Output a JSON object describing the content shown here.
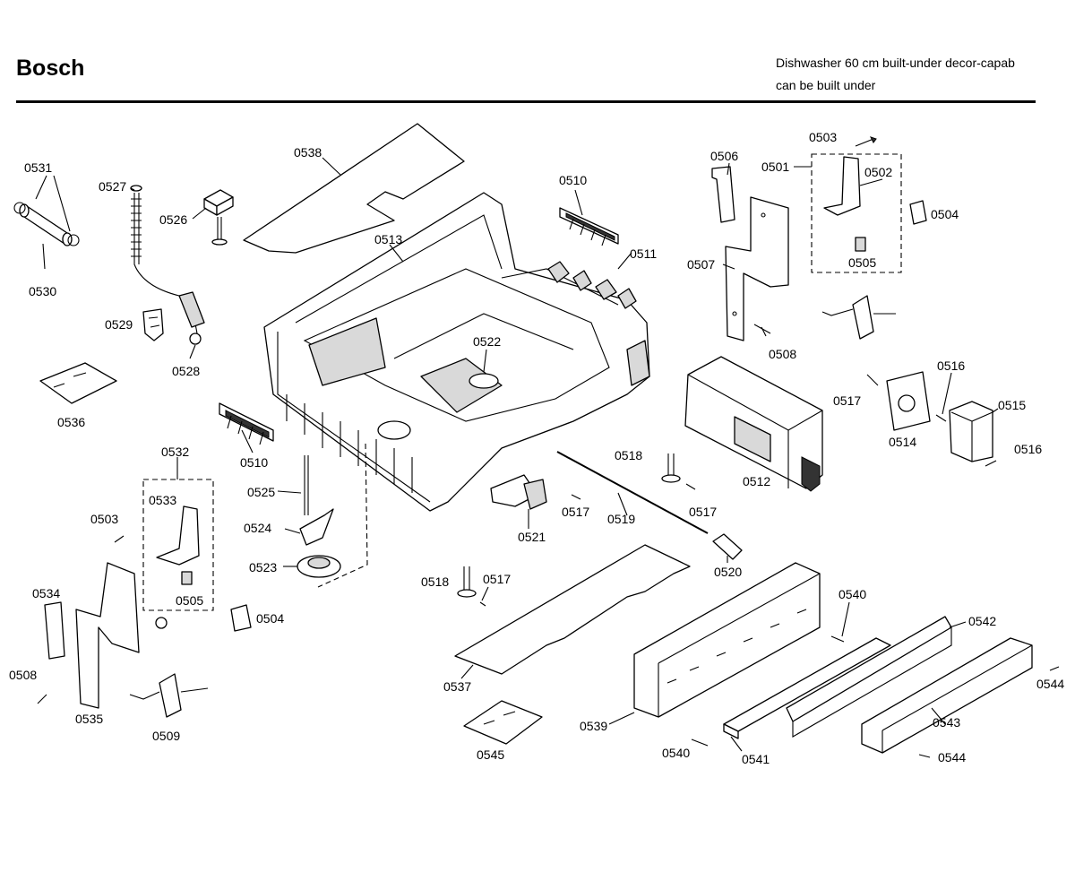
{
  "header": {
    "brand": "Bosch",
    "description_line1": "Dishwasher 60 cm built-under decor-capab",
    "description_line2": "can be built under"
  },
  "parts": [
    {
      "id": "p0531",
      "label": "0531"
    },
    {
      "id": "p0527",
      "label": "0527"
    },
    {
      "id": "p0526",
      "label": "0526"
    },
    {
      "id": "p0538",
      "label": "0538"
    },
    {
      "id": "p0513",
      "label": "0513"
    },
    {
      "id": "p0510a",
      "label": "0510"
    },
    {
      "id": "p0511",
      "label": "0511"
    },
    {
      "id": "p0506",
      "label": "0506"
    },
    {
      "id": "p0503a",
      "label": "0503"
    },
    {
      "id": "p0501",
      "label": "0501"
    },
    {
      "id": "p0502",
      "label": "0502"
    },
    {
      "id": "p0504a",
      "label": "0504"
    },
    {
      "id": "p0505a",
      "label": "0505"
    },
    {
      "id": "p0507",
      "label": "0507"
    },
    {
      "id": "p0508a",
      "label": "0508"
    },
    {
      "id": "p0530",
      "label": "0530"
    },
    {
      "id": "p0529",
      "label": "0529"
    },
    {
      "id": "p0528",
      "label": "0528"
    },
    {
      "id": "p0522",
      "label": "0522"
    },
    {
      "id": "p0536",
      "label": "0536"
    },
    {
      "id": "p0517a",
      "label": "0517"
    },
    {
      "id": "p0516a",
      "label": "0516"
    },
    {
      "id": "p0515",
      "label": "0515"
    },
    {
      "id": "p0514",
      "label": "0514"
    },
    {
      "id": "p0516b",
      "label": "0516"
    },
    {
      "id": "p0510b",
      "label": "0510"
    },
    {
      "id": "p0532",
      "label": "0532"
    },
    {
      "id": "p0533",
      "label": "0533"
    },
    {
      "id": "p0525",
      "label": "0525"
    },
    {
      "id": "p0518a",
      "label": "0518"
    },
    {
      "id": "p0512",
      "label": "0512"
    },
    {
      "id": "p0503b",
      "label": "0503"
    },
    {
      "id": "p0517b",
      "label": "0517"
    },
    {
      "id": "p0519",
      "label": "0519"
    },
    {
      "id": "p0517c",
      "label": "0517"
    },
    {
      "id": "p0524",
      "label": "0524"
    },
    {
      "id": "p0521",
      "label": "0521"
    },
    {
      "id": "p0523",
      "label": "0523"
    },
    {
      "id": "p0520",
      "label": "0520"
    },
    {
      "id": "p0534",
      "label": "0534"
    },
    {
      "id": "p0505b",
      "label": "0505"
    },
    {
      "id": "p0504b",
      "label": "0504"
    },
    {
      "id": "p0518b",
      "label": "0518"
    },
    {
      "id": "p0517d",
      "label": "0517"
    },
    {
      "id": "p0540a",
      "label": "0540"
    },
    {
      "id": "p0542",
      "label": "0542"
    },
    {
      "id": "p0508b",
      "label": "0508"
    },
    {
      "id": "p0544a",
      "label": "0544"
    },
    {
      "id": "p0535",
      "label": "0535"
    },
    {
      "id": "p0509",
      "label": "0509"
    },
    {
      "id": "p0537",
      "label": "0537"
    },
    {
      "id": "p0543",
      "label": "0543"
    },
    {
      "id": "p0539",
      "label": "0539"
    },
    {
      "id": "p0545",
      "label": "0545"
    },
    {
      "id": "p0540b",
      "label": "0540"
    },
    {
      "id": "p0541",
      "label": "0541"
    },
    {
      "id": "p0544b",
      "label": "0544"
    }
  ]
}
